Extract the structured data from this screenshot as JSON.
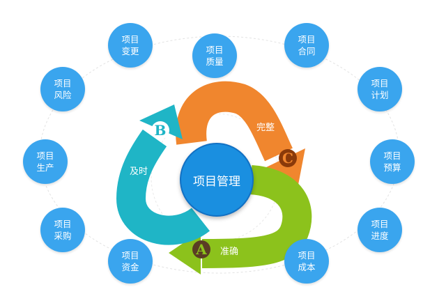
{
  "center": "项目管理",
  "colors": {
    "node": "#3aa5ee",
    "center": "#1a8fe0",
    "orange": "#f0862e",
    "green": "#8cc21c",
    "teal": "#1fb5c6"
  },
  "arrows": {
    "a": {
      "letter": "A",
      "label": "准确"
    },
    "b": {
      "letter": "B",
      "label": "及时"
    },
    "c": {
      "letter": "C",
      "label": "完整"
    }
  },
  "nodes": [
    [
      "项目",
      "变更"
    ],
    [
      "项目",
      "质量"
    ],
    [
      "项目",
      "合同"
    ],
    [
      "项目",
      "风险"
    ],
    [
      "项目",
      "计划"
    ],
    [
      "项目",
      "生产"
    ],
    [
      "项目",
      "预算"
    ],
    [
      "项目",
      "采购"
    ],
    [
      "项目",
      "进度"
    ],
    [
      "项目",
      "资金"
    ],
    [
      "项目",
      "成本"
    ]
  ]
}
